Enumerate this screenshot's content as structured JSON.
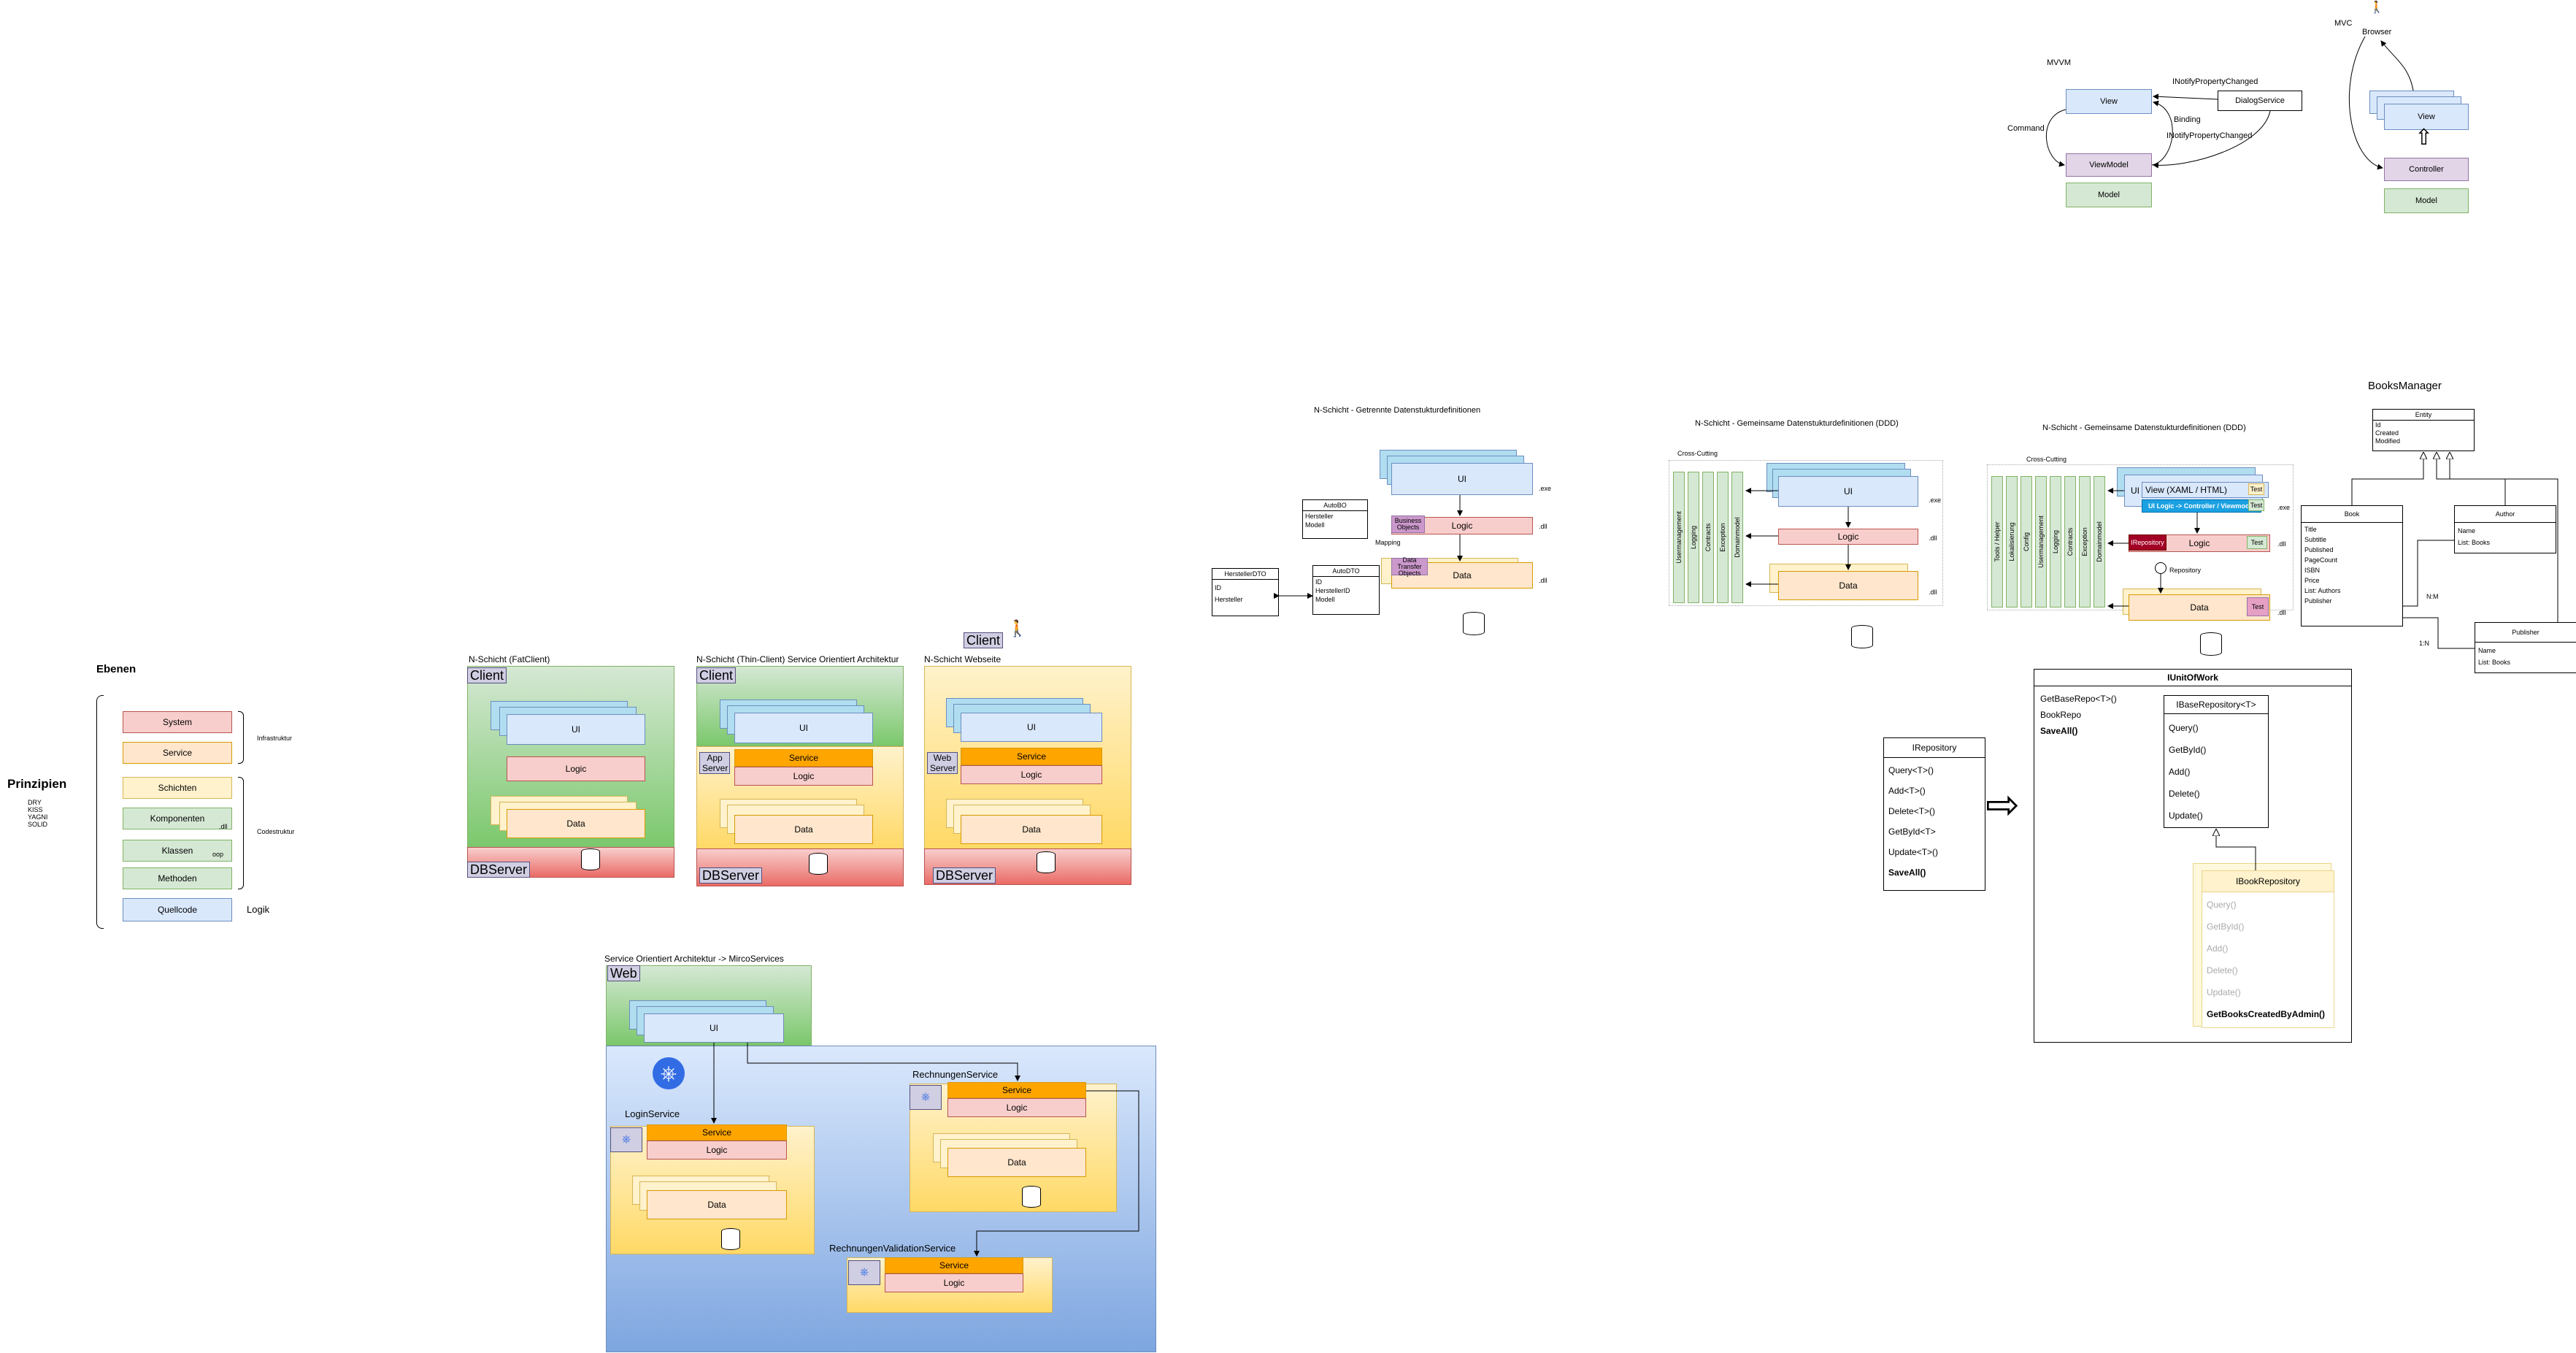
{
  "principles": {
    "title": "Prinzipien",
    "items": [
      "DRY",
      "KISS",
      "YAGNI",
      "SOLID"
    ],
    "levels_title": "Ebenen",
    "levels": [
      "System",
      "Service",
      "Schichten",
      "Komponenten",
      "Klassen",
      "Methoden",
      "Quellcode"
    ],
    "dll": ".dll",
    "oop": "oop",
    "infra": "Infrastruktur",
    "code": "Codestruktur",
    "logik": "Logik"
  },
  "fat": {
    "title": "N-Schicht (FatClient)",
    "client": "Client",
    "ui": "UI",
    "logic": "Logic",
    "data": "Data",
    "db": "DBServer"
  },
  "thin": {
    "title": "N-Schicht (Thin-Client) Service Orientiert Architektur",
    "client": "Client",
    "app": "App Server",
    "service": "Service",
    "ui": "UI",
    "logic": "Logic",
    "data": "Data",
    "db": "DBServer"
  },
  "web": {
    "title": "N-Schicht Webseite",
    "client": "Client",
    "webserver": "Web Server",
    "service": "Service",
    "ui": "UI",
    "logic": "Logic",
    "data": "Data",
    "db": "DBServer"
  },
  "soa": {
    "title": "Service Orientiert Architektur -> MircoServices",
    "web": "Web",
    "ui": "UI",
    "login": "LoginService",
    "rechnung": "RechnungenService",
    "validation": "RechnungenValidationService",
    "service": "Service",
    "logic": "Logic",
    "data": "Data"
  },
  "sep": {
    "title": "N-Schicht - Getrennte Datenstukturdefinitionen",
    "ui": "UI",
    "logic": "Logic",
    "data": "Data",
    "exe": ".exe",
    "dll": ".dll",
    "bo": "Business Objects",
    "dto": "Data Transfer Objects",
    "mapping": "Mapping",
    "auto": "AutoBO",
    "auto_fields": [
      "Hersteller",
      "Modell"
    ],
    "autodto": "AutoDTO",
    "autodto_fields": [
      "ID",
      "HerstellerID",
      "Modell"
    ],
    "hdto": "HerstellerDTO",
    "hdto_fields": [
      "ID",
      "Hersteller"
    ]
  },
  "ddd1": {
    "title": "N-Schicht - Gemeinsame Datenstukturdefinitionen (DDD)",
    "cross": "Cross-Cutting",
    "bars": [
      "Usermanagement",
      "Logging",
      "Contracts",
      "Exception",
      "Domainmodel"
    ],
    "ui": "UI",
    "logic": "Logic",
    "data": "Data",
    "exe": ".exe",
    "dll": ".dll"
  },
  "ddd2": {
    "title": "N-Schicht - Gemeinsame Datenstukturdefinitionen (DDD)",
    "cross": "Cross-Cutting",
    "bars": [
      "Tools / Helper",
      "Lokalisierung",
      "Config",
      "Usermanagement",
      "Logging",
      "Contracts",
      "Exception",
      "Domainmodel"
    ],
    "view": "View (XAML / HTML)",
    "uilogic": "UI Logic -> Controller / Viewmodel",
    "logic": "Logic",
    "data": "Data",
    "test": "Test",
    "irepo": "IRepository",
    "irepo2": "Repository",
    "exe": ".exe",
    "dll": ".dll",
    "ui": "UI"
  },
  "mvvm": {
    "title": "MVVM",
    "view": "View",
    "vm": "ViewModel",
    "model": "Model",
    "dialog": "DialogService",
    "command": "Command",
    "binding": "Binding",
    "inpc": "INotifyPropertyChanged"
  },
  "mvc": {
    "title": "MVC",
    "browser": "Browser",
    "view": "View",
    "controller": "Controller",
    "model": "Model"
  },
  "books": {
    "title": "BooksManager",
    "entity": "Entity",
    "entity_fields": [
      "Id",
      "Created",
      "Modified"
    ],
    "book": "Book",
    "book_fields": [
      "Title",
      "Subtitle",
      "Published",
      "PageCount",
      "ISBN",
      "Price",
      "List: Authors",
      "Publisher"
    ],
    "author": "Author",
    "author_fields": [
      "Name",
      "List: Books"
    ],
    "publisher": "Publisher",
    "publisher_fields": [
      "Name",
      "List: Books"
    ],
    "nm": "N:M",
    "one_n": "1:N"
  },
  "repo": {
    "irepo": "IRepository",
    "irepo_items": [
      "Query<T>()",
      "Add<T>()",
      "Delete<T>()",
      "GetById<T>",
      "Update<T>()",
      "SaveAll()"
    ],
    "uow": "IUnitOfWork",
    "uow_items": [
      "GetBaseRepo<T>()",
      "BookRepo",
      "SaveAll()"
    ],
    "base": "IBaseRepository<T>",
    "base_items": [
      "Query()",
      "GetById()",
      "Add()",
      "Delete()",
      "Update()"
    ],
    "book": "IBookRepository",
    "book_items": [
      "Query()",
      "GetById()",
      "Add()",
      "Delete()",
      "Update()",
      "GetBooksCreatedByAdmin()"
    ]
  },
  "colors": {
    "green": "#d5e8d4",
    "yellow": "#fff2cc",
    "red": "#f8cecc",
    "blue": "#dae8fc",
    "orange": "#ffa500",
    "purple": "#e1d5e7"
  }
}
